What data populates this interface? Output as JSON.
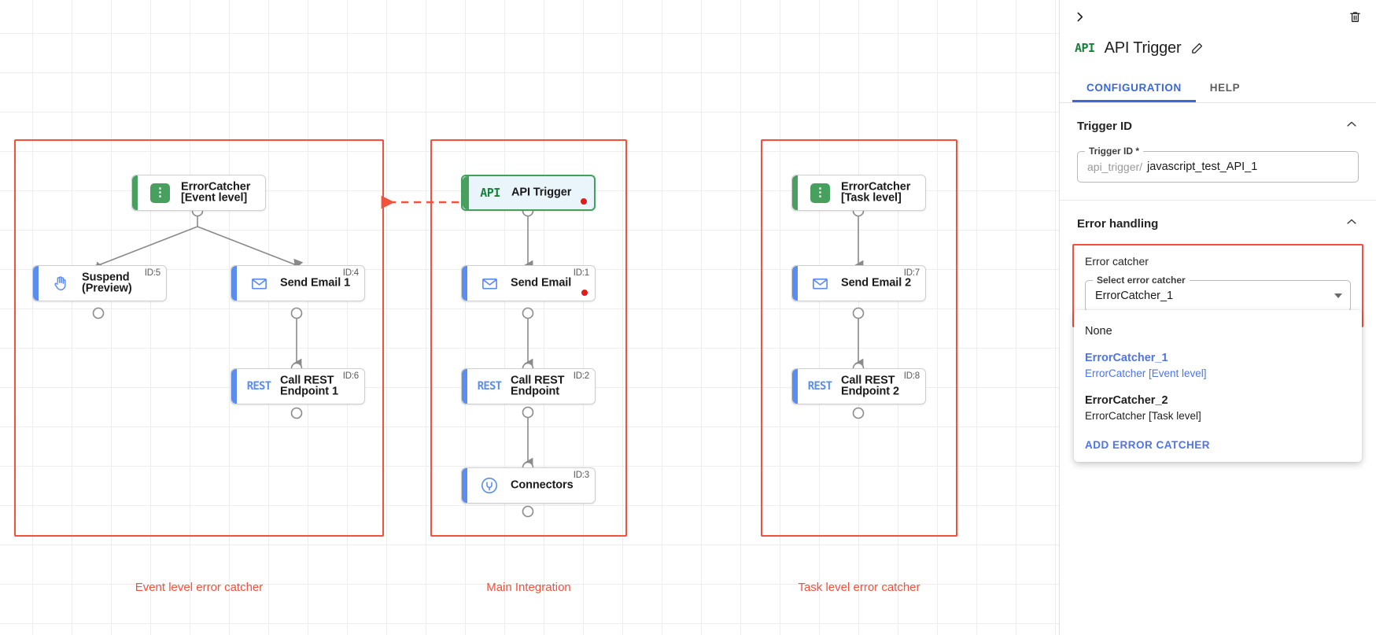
{
  "canvas": {
    "groups": [
      {
        "label": "Event level error catcher"
      },
      {
        "label": "Main Integration"
      },
      {
        "label": "Task level error catcher"
      }
    ],
    "nodes": {
      "error_catcher_event": {
        "label": "ErrorCatcher\n[Event level]",
        "icon": "error-catcher-icon",
        "id": ""
      },
      "suspend": {
        "label": "Suspend\n(Preview)",
        "icon": "suspend-hand-icon",
        "id": "ID:5"
      },
      "send_email_1": {
        "label": "Send Email 1",
        "icon": "email-icon",
        "id": "ID:4"
      },
      "call_rest_1": {
        "label": "Call REST\nEndpoint 1",
        "icon": "rest-icon",
        "id": "ID:6"
      },
      "api_trigger": {
        "label": "API Trigger",
        "icon": "api-icon",
        "id": ""
      },
      "send_email": {
        "label": "Send Email",
        "icon": "email-icon",
        "id": "ID:1"
      },
      "call_rest": {
        "label": "Call REST\nEndpoint",
        "icon": "rest-icon",
        "id": "ID:2"
      },
      "connectors": {
        "label": "Connectors",
        "icon": "connectors-plug-icon",
        "id": "ID:3"
      },
      "error_catcher_task": {
        "label": "ErrorCatcher\n[Task level]",
        "icon": "error-catcher-icon",
        "id": ""
      },
      "send_email_2": {
        "label": "Send Email 2",
        "icon": "email-icon",
        "id": "ID:7"
      },
      "call_rest_2": {
        "label": "Call REST\nEndpoint 2",
        "icon": "rest-icon",
        "id": "ID:8"
      }
    }
  },
  "panel": {
    "collapse_icon": "chevron-right-icon",
    "delete_icon": "trash-icon",
    "title_icon": "api-icon",
    "title": "API Trigger",
    "edit_icon": "pencil-icon",
    "tabs": [
      {
        "label": "CONFIGURATION",
        "active": true
      },
      {
        "label": "HELP",
        "active": false
      }
    ],
    "trigger_id_section": {
      "heading": "Trigger ID",
      "collapse_icon": "chevron-up-icon",
      "field_legend": "Trigger ID *",
      "prefix": "api_trigger/",
      "value": "javascript_test_API_1"
    },
    "error_handling_section": {
      "heading": "Error handling",
      "collapse_icon": "chevron-up-icon",
      "error_catcher_label": "Error catcher",
      "select_legend": "Select error catcher",
      "selected_value": "ErrorCatcher_1",
      "dropdown": {
        "options": [
          {
            "primary": "None",
            "sub": "",
            "selected": false
          },
          {
            "primary": "ErrorCatcher_1",
            "sub": "ErrorCatcher [Event level]",
            "selected": true
          },
          {
            "primary": "ErrorCatcher_2",
            "sub": "ErrorCatcher [Task level]",
            "selected": false
          }
        ],
        "action_label": "ADD ERROR CATCHER"
      }
    }
  },
  "colors": {
    "accent_blue": "#5b8def",
    "accent_green": "#48a05f",
    "error_red": "#f4503c",
    "link_blue": "#4f73e8",
    "tab_blue": "#3a68d8"
  }
}
